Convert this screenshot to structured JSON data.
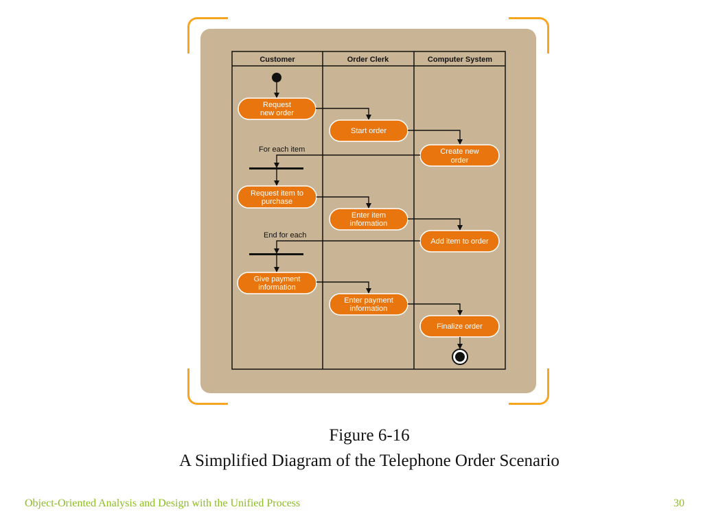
{
  "diagram": {
    "lanes": [
      "Customer",
      "Order Clerk",
      "Computer System"
    ],
    "nodes": [
      {
        "id": "request-new-order",
        "lines": [
          "Request",
          "new order"
        ]
      },
      {
        "id": "start-order",
        "lines": [
          "Start order"
        ]
      },
      {
        "id": "create-new-order",
        "lines": [
          "Create new",
          "order"
        ]
      },
      {
        "id": "request-item",
        "lines": [
          "Request item to",
          "purchase"
        ]
      },
      {
        "id": "enter-item-information",
        "lines": [
          "Enter item",
          "information"
        ]
      },
      {
        "id": "add-item-to-order",
        "lines": [
          "Add item to order"
        ]
      },
      {
        "id": "give-payment-information",
        "lines": [
          "Give payment",
          "information"
        ]
      },
      {
        "id": "enter-payment-information",
        "lines": [
          "Enter payment",
          "information"
        ]
      },
      {
        "id": "finalize-order",
        "lines": [
          "Finalize order"
        ]
      }
    ],
    "notes": {
      "for_each": "For each item",
      "end_for_each": "End for each"
    },
    "colors": {
      "activity_fill": "#e8750d",
      "activity_border": "#ffffff",
      "frame_background": "#c9b596",
      "frame_corners": "#f7a51e",
      "line": "#111111"
    }
  },
  "caption": {
    "line1": "Figure 6-16",
    "line2": "A Simplified Diagram of the Telephone Order Scenario"
  },
  "footer": {
    "course": "Object-Oriented Analysis and Design with the Unified Process",
    "page": "30"
  }
}
